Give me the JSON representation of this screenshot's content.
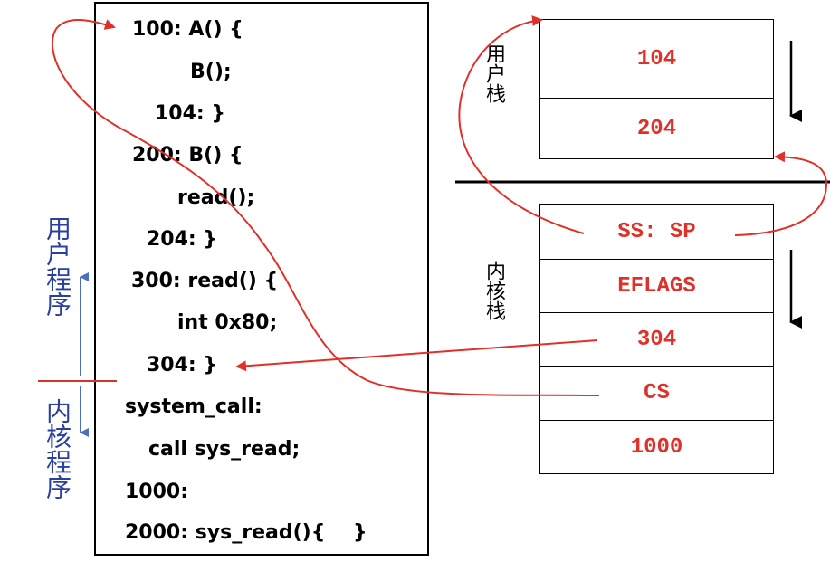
{
  "code_lines": [
    "100: A() {",
    "B();",
    "104: }",
    "200: B() {",
    "read();",
    "204: }",
    "300: read() {",
    "int 0x80;",
    "304: }",
    "system_call:",
    "call sys_read;",
    "1000:",
    "2000: sys_read(){    }"
  ],
  "user_stack": {
    "label": "用户栈",
    "cells": [
      "104",
      "204"
    ]
  },
  "kernel_stack": {
    "label": "内核栈",
    "cells": [
      "SS: SP",
      "EFLAGS",
      "304",
      "CS",
      "1000"
    ]
  },
  "side_labels": {
    "user_program": "用户程序",
    "kernel_program": "内核程序"
  },
  "colors": {
    "arrow_red": "#e0302a",
    "side_label_blue": "#2b3fa0",
    "divider_blue": "#4a6fc0"
  }
}
